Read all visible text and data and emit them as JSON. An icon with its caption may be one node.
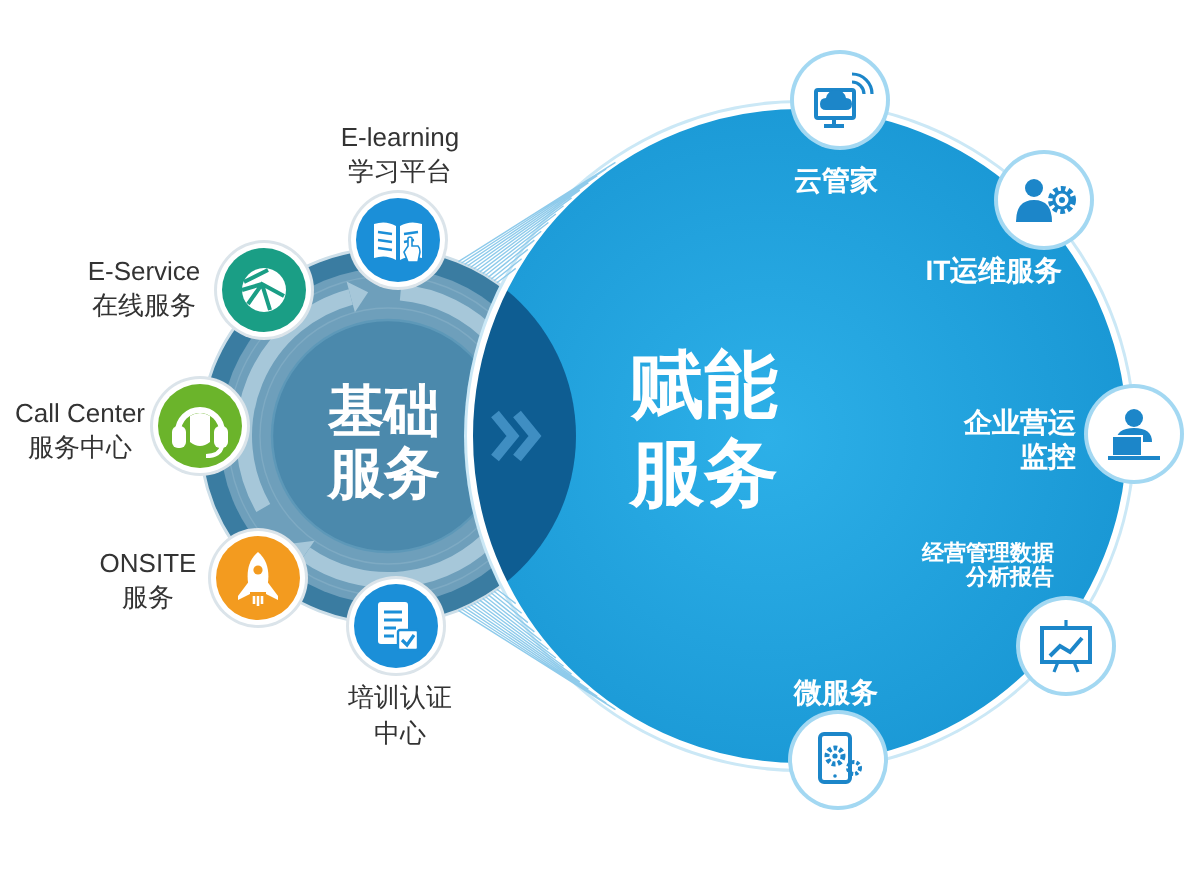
{
  "diagram": {
    "nodes": [
      {
        "text": [
          "基础服务"
        ]
      },
      {
        "text": [
          "E-learning 学习平台"
        ]
      },
      {
        "text": [
          "E-Service 在线服务"
        ]
      },
      {
        "text": [
          "Call Center 服务中心"
        ]
      },
      {
        "text": [
          "ONSITE 服务"
        ]
      },
      {
        "text": [
          "培训认证中心"
        ]
      },
      {
        "text": [
          "赋能服务",
          "云管家",
          "IT运维服务",
          "企业营运监控",
          "经营管理数据分析报告",
          "微服务"
        ]
      },
      {
        "text": [],
        "shape": "circle"
      },
      {
        "text": [],
        "shape": "circle"
      },
      {
        "text": [],
        "shape": "circle"
      },
      {
        "text": [],
        "shape": "circle"
      },
      {
        "text": [],
        "shape": "circle"
      }
    ],
    "edges": [
      {
        "from": 0,
        "to": 6,
        "arrow": "none"
      },
      {
        "from": 0,
        "to": 6,
        "arrow": "none"
      }
    ]
  }
}
